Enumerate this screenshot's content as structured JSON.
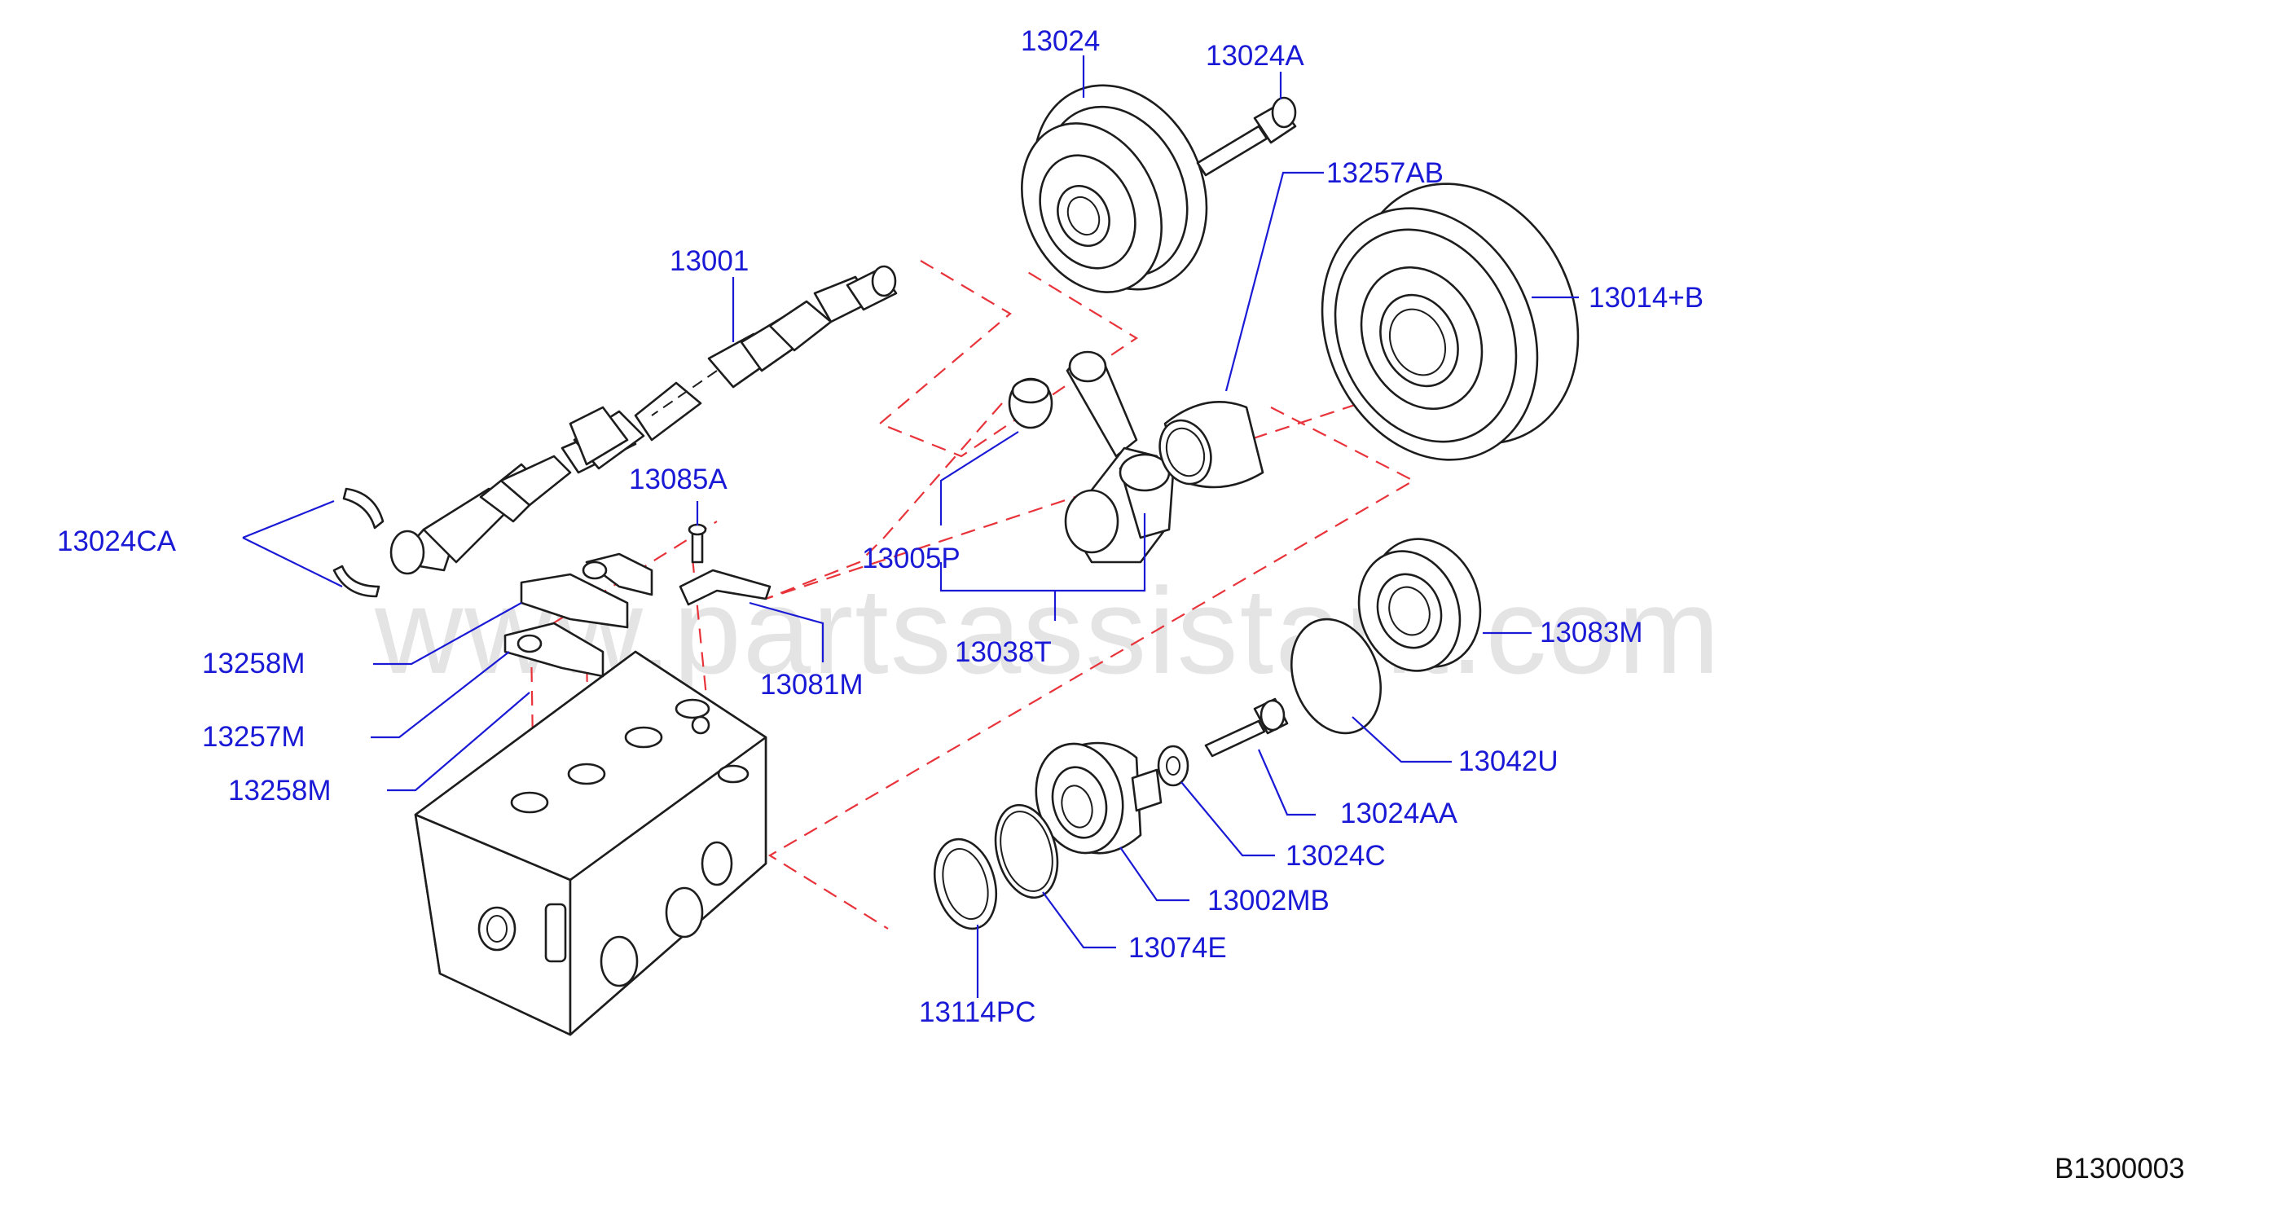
{
  "diagram": {
    "watermark": "www.partsassistant.com",
    "diagram_code": "B1300003",
    "labels": {
      "13024": "13024",
      "13024A": "13024A",
      "13257AB": "13257AB",
      "13014B": "13014+B",
      "13001": "13001",
      "13085A": "13085A",
      "13024CA": "13024CA",
      "13005P": "13005P",
      "13038T": "13038T",
      "13083M": "13083M",
      "13258M_top": "13258M",
      "13081M": "13081M",
      "13257M": "13257M",
      "13258M_bottom": "13258M",
      "13042U": "13042U",
      "13024AA": "13024AA",
      "13024C": "13024C",
      "13002MB": "13002MB",
      "13074E": "13074E",
      "13114PC": "13114PC"
    }
  }
}
